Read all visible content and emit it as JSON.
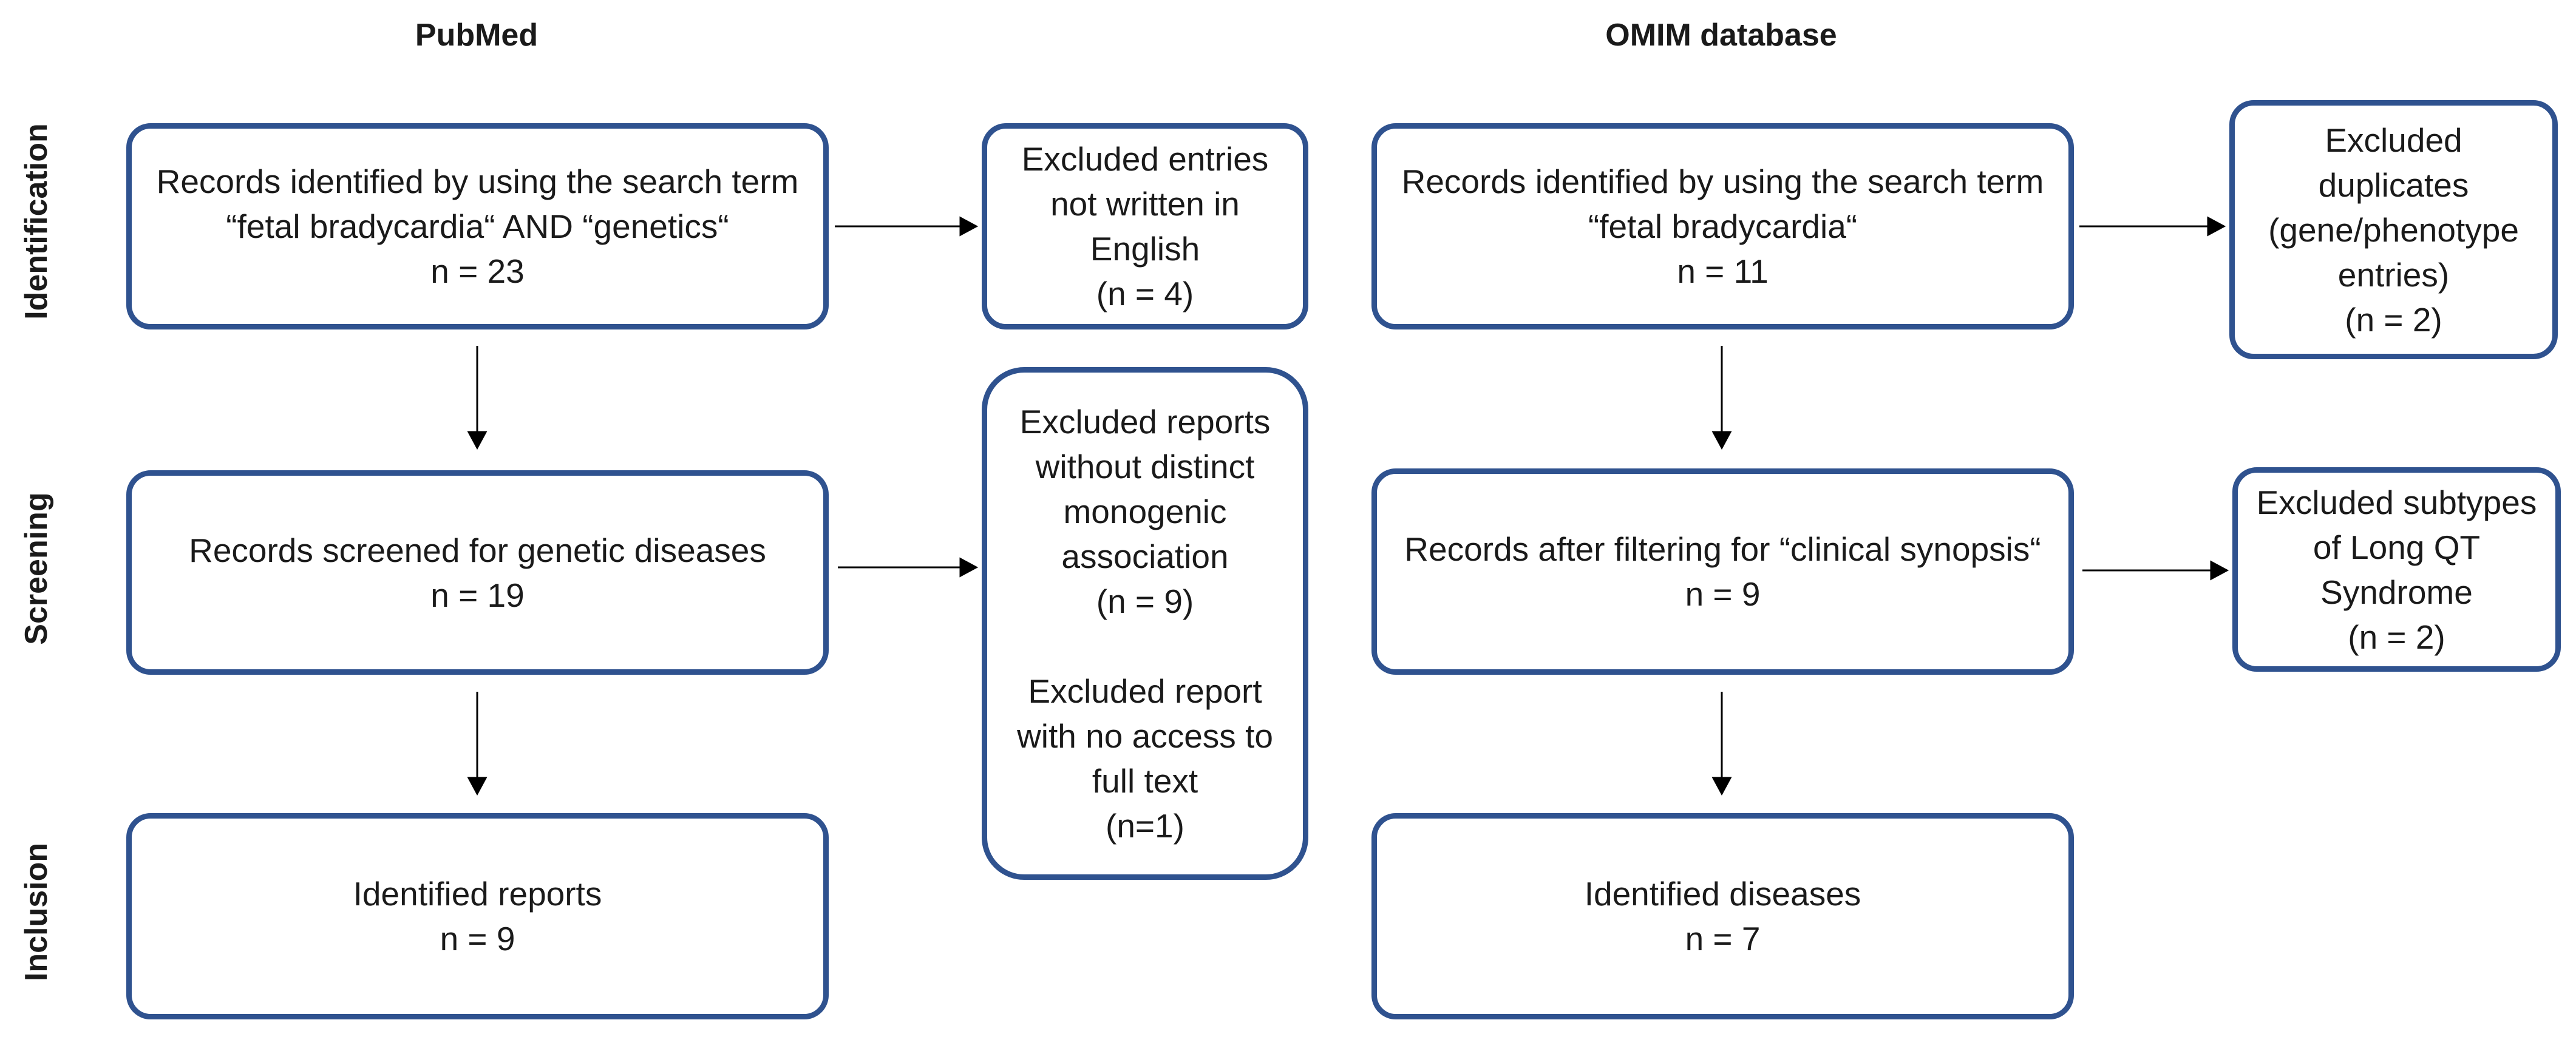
{
  "colors": {
    "box_border": "#2f528f",
    "text": "#1a1a1a",
    "arrow": "#000000"
  },
  "columns": {
    "left": "PubMed",
    "right": "OMIM database"
  },
  "stages": {
    "identification": "Identification",
    "screening": "Screening",
    "inclusion": "Inclusion"
  },
  "pubmed": {
    "identification": {
      "line1": "Records identified by using the search term",
      "line2": "“fetal bradycardia“ AND “genetics“",
      "line3": "n = 23"
    },
    "screening": {
      "line1": "Records screened for genetic diseases",
      "line2": "n = 19"
    },
    "inclusion": {
      "line1": "Identified reports",
      "line2": "n = 9"
    }
  },
  "pubmed_exclusions": {
    "language": {
      "line1": "Excluded entries",
      "line2": "not written in",
      "line3": "English",
      "line4": "(n = 4)"
    },
    "screening": {
      "line1": "Excluded reports",
      "line2": "without distinct",
      "line3": "monogenic",
      "line4": "association",
      "line5": "(n = 9)",
      "line6": "Excluded report",
      "line7": "with no access to",
      "line8": "full text",
      "line9": "(n=1)"
    }
  },
  "omim": {
    "identification": {
      "line1": "Records identified by using the search term",
      "line2": "“fetal bradycardia“",
      "line3": "n = 11"
    },
    "screening": {
      "line1": "Records after filtering for “clinical synopsis“",
      "line2": "n = 9"
    },
    "inclusion": {
      "line1": "Identified diseases",
      "line2": "n = 7"
    }
  },
  "omim_exclusions": {
    "duplicates": {
      "line1": "Excluded",
      "line2": "duplicates",
      "line3": "(gene/phenotype",
      "line4": "entries)",
      "line5": "(n = 2)"
    },
    "subtypes": {
      "line1": "Excluded subtypes",
      "line2": "of Long QT",
      "line3": "Syndrome",
      "line4": "(n = 2)"
    }
  }
}
